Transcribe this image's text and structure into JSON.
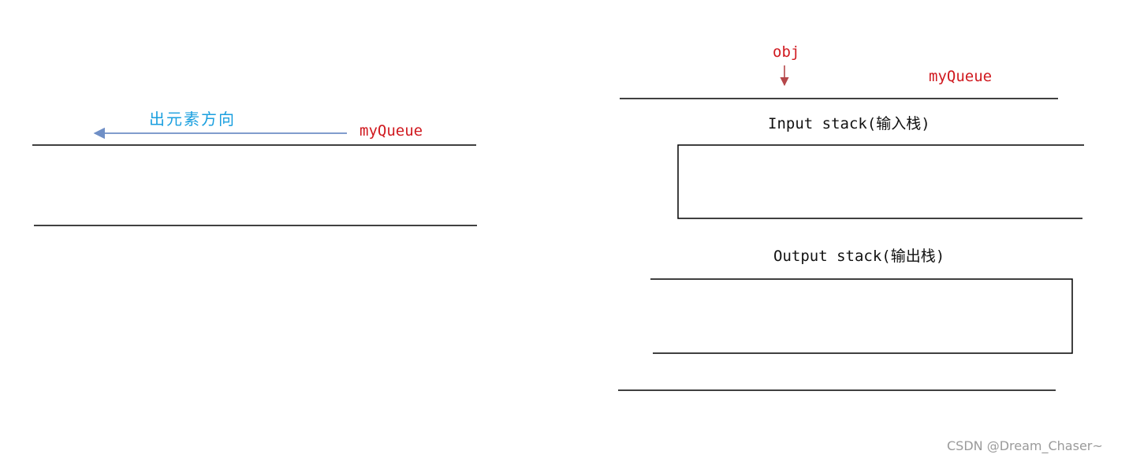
{
  "left_queue": {
    "direction_label": "出元素方向",
    "queue_label": "myQueue"
  },
  "right_queue": {
    "obj_label": "obj",
    "queue_label": "myQueue",
    "input_stack_label": "Input stack(输入栈)",
    "output_stack_label": "Output stack(输出栈)"
  },
  "watermark": "CSDN @Dream_Chaser~",
  "colors": {
    "label_red": "#d0191f",
    "label_blue": "#1a9fdf",
    "arrow_blue": "#6f8fc6",
    "arrow_red": "#b5474a",
    "line": "#000000"
  }
}
